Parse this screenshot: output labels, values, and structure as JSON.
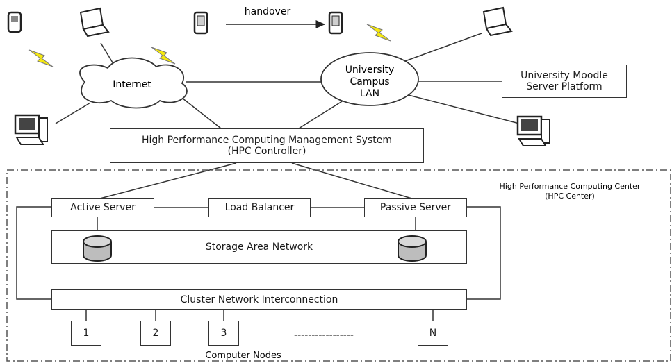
{
  "handover_label": "handover",
  "internet_label": "Internet",
  "campus_lan_label": [
    "University",
    "Campus",
    "LAN"
  ],
  "moodle_label": [
    "University Moodle",
    "Server Platform"
  ],
  "hpc_mgmt_label": [
    "High Performance Computing Management System",
    "(HPC Controller)"
  ],
  "hpc_center_label": [
    "High Performance Computing Center",
    "(HPC Center)"
  ],
  "active_server_label": "Active Server",
  "load_balancer_label": "Load Balancer",
  "passive_server_label": "Passive Server",
  "san_label": "Storage Area Network",
  "cluster_label": "Cluster Network Interconnection",
  "nodes": [
    "1",
    "2",
    "3",
    "N"
  ],
  "nodes_dots": "-----------------",
  "computer_nodes_label": "Computer Nodes",
  "colors": {
    "lightning": "#f5e80f",
    "stroke": "#333333",
    "disk": "#bdbdbd"
  },
  "icons": [
    "phone-icon",
    "laptop-icon",
    "pda-icon",
    "desktop-icon",
    "lightning-icon",
    "database-icon"
  ]
}
